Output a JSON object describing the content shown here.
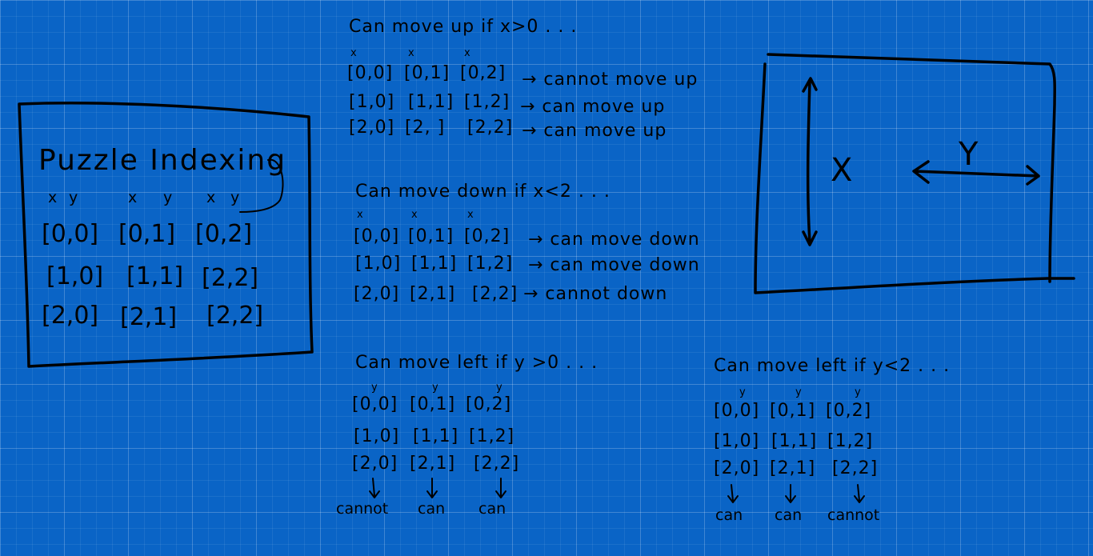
{
  "puzzle_box": {
    "title": "Puzzle Indexing",
    "headers": [
      "x",
      "y",
      "x",
      "y",
      "x",
      "y"
    ],
    "rows": [
      [
        "[0,0]",
        "[0,1]",
        "[0,2]"
      ],
      [
        "[1,0]",
        "[1,1]",
        "[2,2]"
      ],
      [
        "[2,0]",
        "[2,1]",
        "[2,2]"
      ]
    ]
  },
  "axes_box": {
    "x_label": "X",
    "y_label": "Y"
  },
  "move_up": {
    "title": "Can move up if x>0 . . .",
    "marks": [
      "x",
      "x",
      "x"
    ],
    "rows": [
      {
        "cells": [
          "[0,0]",
          "[0,1]",
          "[0,2]"
        ],
        "result": "→ cannot move up"
      },
      {
        "cells": [
          "[1,0]",
          "[1,1]",
          "[1,2]"
        ],
        "result": "→ can move up"
      },
      {
        "cells": [
          "[2,0]",
          "[2, ]",
          "[2,2]"
        ],
        "result": "→ can move up"
      }
    ]
  },
  "move_down": {
    "title": "Can move down if x<2 . . .",
    "marks": [
      "x",
      "x",
      "x"
    ],
    "rows": [
      {
        "cells": [
          "[0,0]",
          "[0,1]",
          "[0,2]"
        ],
        "result": "→ can move down"
      },
      {
        "cells": [
          "[1,0]",
          "[1,1]",
          "[1,2]"
        ],
        "result": "→ can move down"
      },
      {
        "cells": [
          "[2,0]",
          "[2,1]",
          "[2,2]"
        ],
        "result": "→ cannot down"
      }
    ]
  },
  "move_left": {
    "title": "Can move left if y >0 . . .",
    "marks": [
      "y",
      "y",
      "y"
    ],
    "rows": [
      [
        "[0,0]",
        "[0,1]",
        "[0,2]"
      ],
      [
        "[1,0]",
        "[1,1]",
        "[1,2]"
      ],
      [
        "[2,0]",
        "[2,1]",
        "[2,2]"
      ]
    ],
    "results": [
      "cannot",
      "can",
      "can"
    ]
  },
  "move_right": {
    "title": "Can move left if y<2 . . .",
    "marks": [
      "y",
      "y",
      "y"
    ],
    "rows": [
      [
        "[0,0]",
        "[0,1]",
        "[0,2]"
      ],
      [
        "[1,0]",
        "[1,1]",
        "[1,2]"
      ],
      [
        "[2,0]",
        "[2,1]",
        "[2,2]"
      ]
    ],
    "results": [
      "can",
      "can",
      "cannot"
    ]
  }
}
